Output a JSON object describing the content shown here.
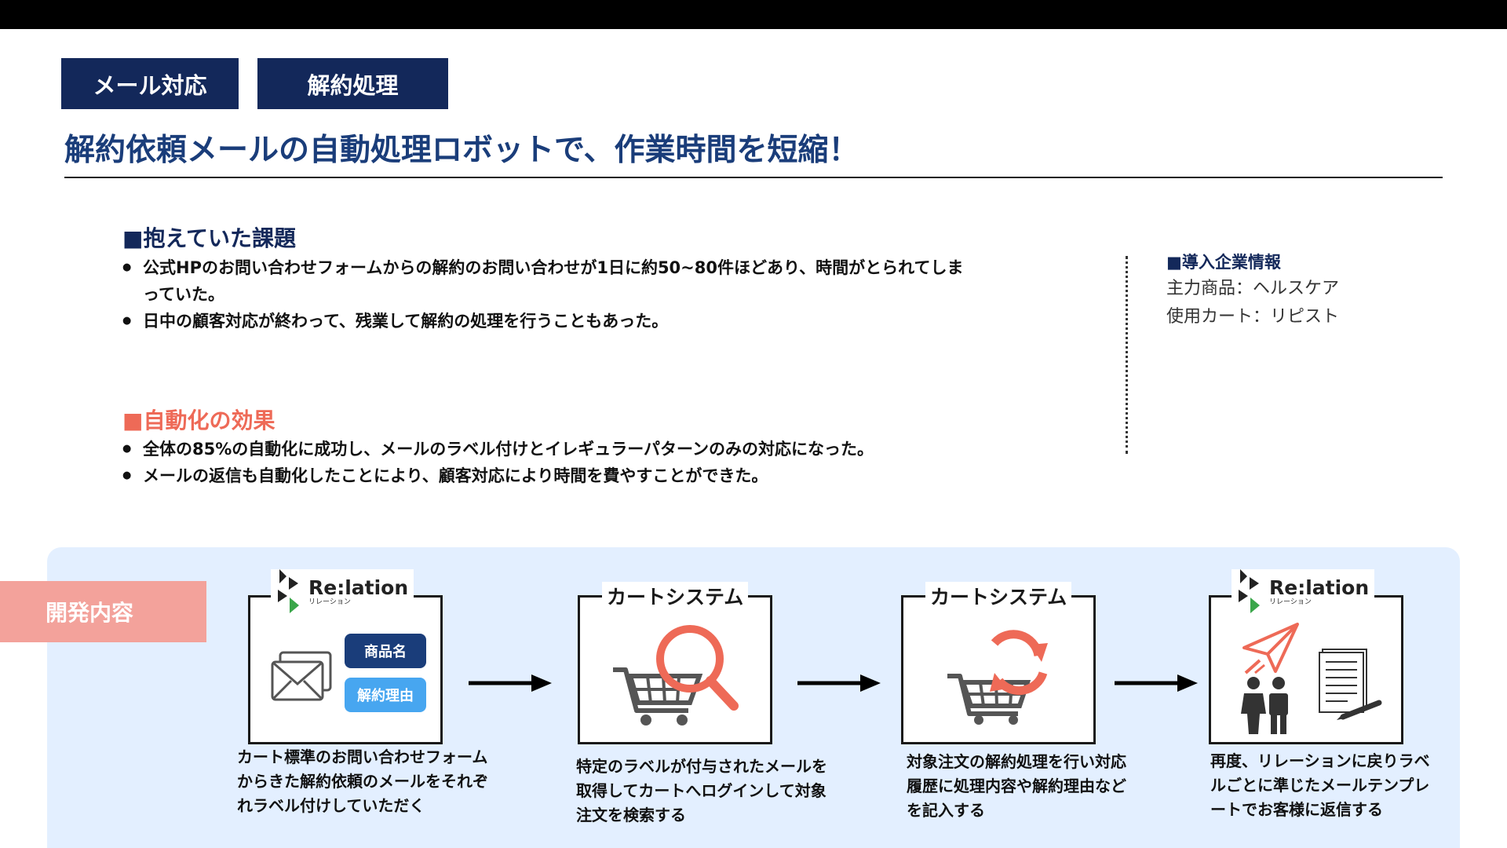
{
  "tags": [
    "メール対応",
    "解約処理"
  ],
  "headline": "解約依頼メールの自動処理ロボットで、作業時間を短縮！",
  "issues": {
    "title": "■抱えていた課題",
    "items": [
      "公式HPのお問い合わせフォームからの解約のお問い合わせが1日に約50~80件ほどあり、時間がとられてしまっていた。",
      "日中の顧客対応が終わって、残業して解約の処理を行うこともあった。"
    ]
  },
  "effects": {
    "title": "■自動化の効果",
    "items": [
      "全体の85%の自動化に成功し、メールのラベル付けとイレギュラーパターンのみの対応になった。",
      "メールの返信も自動化したことにより、顧客対応により時間を費やすことができた。"
    ]
  },
  "company_info": {
    "title": "■導入企業情報",
    "product": "主力商品：ヘルスケア",
    "cart": "使用カート：リピスト"
  },
  "development": {
    "label": "開発内容",
    "logo": {
      "name": "Re:lation",
      "sub": "リレーション"
    },
    "steps": [
      {
        "label": "",
        "pills": [
          "商品名",
          "解約理由"
        ],
        "icons": [
          "mail-icon"
        ],
        "text": "カート標準のお問い合わせフォームからきた解約依頼のメールをそれぞれラベル付けしていただく"
      },
      {
        "label": "カートシステム",
        "icons": [
          "cart-search-icon"
        ],
        "text": "特定のラベルが付与されたメールを取得してカートへログインして対象注文を検索する"
      },
      {
        "label": "カートシステム",
        "icons": [
          "cart-refresh-icon"
        ],
        "text": "対象注文の解約処理を行い対応履歴に処理内容や解約理由などを記入する"
      },
      {
        "label": "",
        "icons": [
          "paper-plane-icon",
          "people-icon",
          "document-icon"
        ],
        "text": "再度、リレーションに戻りラベルごとに準じたメールテンプレートでお客様に返信する"
      }
    ]
  },
  "colors": {
    "navy": "#13285a",
    "headline_blue": "#1a3d7a",
    "coral": "#ee6a57",
    "panel_bg": "#e3efff",
    "dev_label_bg": "#f3a29b",
    "pill_light": "#47a6f0",
    "logo_green": "#3aa64a"
  }
}
